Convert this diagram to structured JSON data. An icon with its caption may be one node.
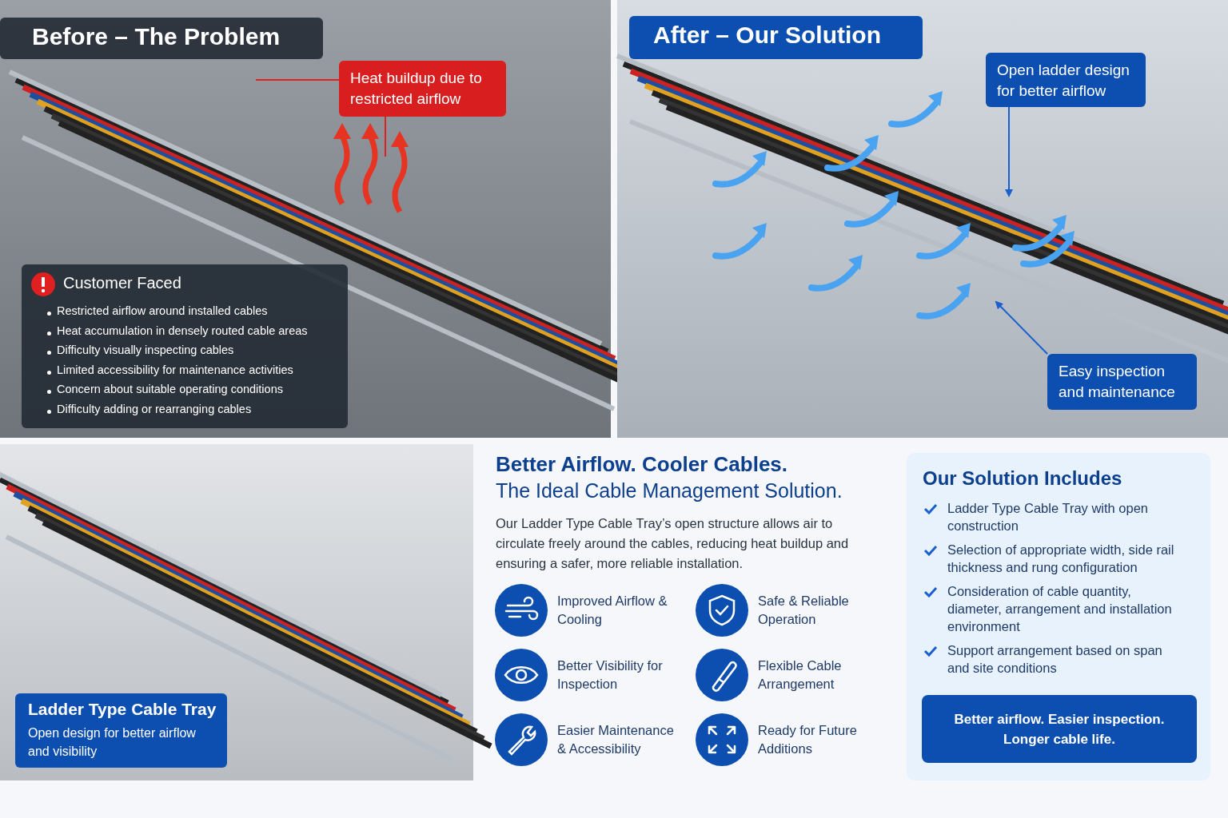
{
  "diagram": {
    "nodes": [
      {
        "text": [
          "Before – The Problem"
        ]
      },
      {
        "text": [
          "Heat buildup due to restricted airflow"
        ]
      },
      {
        "text": [
          "Customer Faced",
          "Restricted airflow around installed cables",
          "Heat accumulation in densely routed cable areas",
          "Difficulty visually inspecting cables",
          "Limited accessibility for maintenance activities",
          "Concern about suitable operating conditions",
          "Difficulty adding or rearranging cables"
        ]
      },
      {
        "text": [
          "After – Our Solution"
        ]
      },
      {
        "text": [
          "Open ladder design for better airflow"
        ]
      },
      {
        "text": [
          "Easy inspection and maintenance"
        ]
      },
      {
        "text": [
          "Ladder Type Cable Tray",
          "Open design for better airflow and visibility"
        ]
      },
      {
        "text": [
          "Our Solution Includes",
          "Ladder Type Cable Tray with open construction",
          "Selection of appropriate width, side rail thickness and rung configuration",
          "Consideration of cable quantity, diameter, arrangement and installation environment",
          "Support arrangement based on span and site conditions"
        ]
      },
      {
        "text": [
          "Better airflow. Easier inspection. Longer cable life."
        ],
        "in": 7
      }
    ],
    "edges": [
      {
        "from": 1,
        "to": null,
        "arrow": "none",
        "color": "#e02020"
      },
      {
        "from": 1,
        "to": null,
        "arrow": "none",
        "color": "#e02020"
      },
      {
        "from": 4,
        "to": null,
        "arrow": "to",
        "color": "#1a5fd0"
      },
      {
        "from": 5,
        "to": null,
        "arrow": "to",
        "color": "#1a5fd0"
      }
    ],
    "labels": [
      "Better Airflow. Cooler Cables.",
      "The Ideal Cable Management Solution.",
      "Our Ladder Type Cable Tray’s open structure allows air to circulate freely around the cables, reducing heat buildup and ensuring a safer, more reliable installation.",
      "Improved Airflow & Cooling",
      "Safe & Reliable Operation",
      "Better Visibility for Inspection",
      "Flexible Cable Arrangement",
      "Easier Maintenance & Accessibility",
      "Ready for Future Additions"
    ]
  }
}
